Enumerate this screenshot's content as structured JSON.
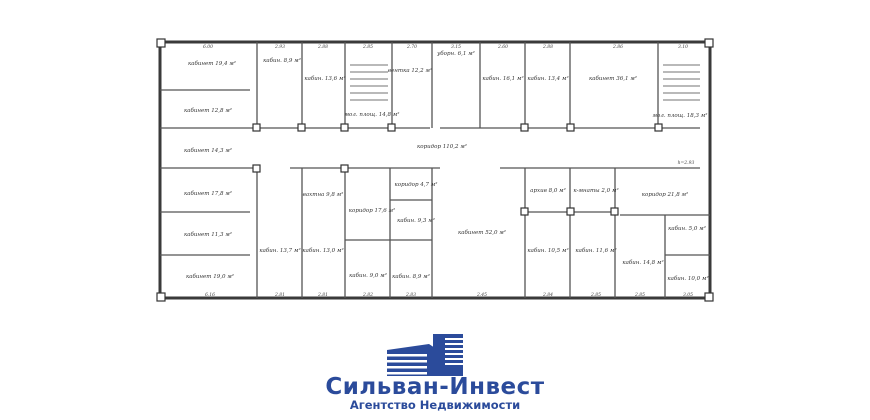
{
  "plan": {
    "rooms": [
      "кабинет 19,4 м²",
      "кабин. 8,9 м²",
      "кабинет 12,8 м²",
      "кабин. 13,6 м²",
      "мол. площ. 14,8 м²",
      "вентка 12,2 м²",
      "уборн. 6,1 м²",
      "кабин. 16,1 м²",
      "кабин. 13,4 м²",
      "кабинет 36,1 м²",
      "мол. площ. 18,3 м²",
      "коридор 110,2 м²",
      "кабинет 14,3 м²",
      "кабинет 17,8 м²",
      "кабинет 11,3 м²",
      "кабинет 19,0 м²",
      "вахтна 9,8 м²",
      "коридор 17,6 м²",
      "коридор 4,7 м²",
      "кабин. 9,3 м²",
      "кабинет 52,0 м²",
      "архив 8,0 м²",
      "к-мнаты 2,0 м²",
      "коридор 21,8 м²",
      "кабин. 13,7 м²",
      "кабин. 13,0 м²",
      "кабин. 9,0 м²",
      "кабин. 8,9 м²",
      "кабин. 10,5 м²",
      "кабин. 11,6 м²",
      "кабин. 14,8 м²",
      "кабин. 5,0 м²",
      "кабин. 10,0 м²"
    ],
    "dims_top": [
      "6.00",
      "2.93",
      "2.88",
      "2.85",
      "2.70",
      "3.15",
      "2.60",
      "2.88",
      "2.86",
      "3.10"
    ],
    "dims_bottom": [
      "6.16",
      "2.81",
      "2.81",
      "2.82",
      "2.83",
      "2.45",
      "2.84",
      "2.85",
      "2.85",
      "3.05"
    ],
    "ceiling": "h=2.93"
  },
  "logo": {
    "name": "Сильван-Инвест",
    "tagline": "Агентство Недвижимости",
    "color": "#2b4b9b"
  }
}
